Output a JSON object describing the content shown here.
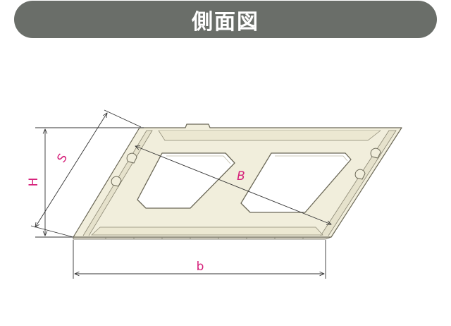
{
  "header": {
    "title": "側面図"
  },
  "dimensions": {
    "S": "S",
    "H": "H",
    "B": "B",
    "b": "b"
  },
  "colors": {
    "header_bg": "#6a6e69",
    "block_fill": "#f1eedc",
    "block_edge": "#6b6857",
    "dimension_label": "#d6207a",
    "dimension_line": "#333333"
  }
}
